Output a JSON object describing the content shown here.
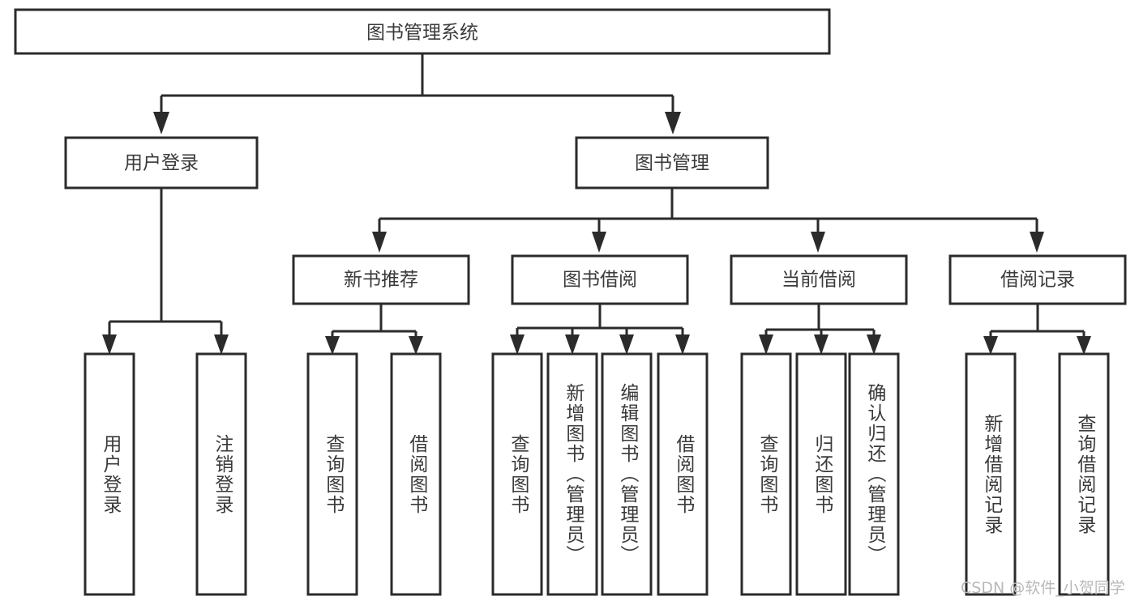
{
  "diagram": {
    "title_node": {
      "label": "图书管理系统"
    },
    "level2": [
      {
        "id": "user-login",
        "label": "用户登录"
      },
      {
        "id": "book-manage",
        "label": "图书管理"
      }
    ],
    "level3": [
      {
        "id": "new-book-recommend",
        "label": "新书推荐"
      },
      {
        "id": "book-borrow",
        "label": "图书借阅"
      },
      {
        "id": "current-borrow",
        "label": "当前借阅"
      },
      {
        "id": "borrow-record",
        "label": "借阅记录"
      }
    ],
    "leaves": {
      "user_login": [
        {
          "id": "leaf-user-login",
          "label": "用户登录"
        },
        {
          "id": "leaf-logout-login",
          "label": "注销登录"
        }
      ],
      "new_book_recommend": [
        {
          "id": "leaf-query-book-1",
          "label": "查询图书"
        },
        {
          "id": "leaf-borrow-book-1",
          "label": "借阅图书"
        }
      ],
      "book_borrow": [
        {
          "id": "leaf-query-book-2",
          "label": "查询图书"
        },
        {
          "id": "leaf-add-book-admin",
          "label": "新增图书（管理员）"
        },
        {
          "id": "leaf-edit-book-admin",
          "label": "编辑图书（管理员）"
        },
        {
          "id": "leaf-borrow-book-2",
          "label": "借阅图书"
        }
      ],
      "current_borrow": [
        {
          "id": "leaf-query-book-3",
          "label": "查询图书"
        },
        {
          "id": "leaf-return-book",
          "label": "归还图书"
        },
        {
          "id": "leaf-confirm-return-admin",
          "label": "确认归还（管理员）"
        }
      ],
      "borrow_record": [
        {
          "id": "leaf-add-borrow-record",
          "label": "新增借阅记录"
        },
        {
          "id": "leaf-query-borrow-record",
          "label": "查询借阅记录"
        }
      ]
    },
    "watermark": "CSDN @软件_小贺同学",
    "colors": {
      "stroke": "#2b2b2b",
      "text": "#3a3a3a",
      "background": "#ffffff",
      "watermark": "#b9b9b9"
    }
  }
}
